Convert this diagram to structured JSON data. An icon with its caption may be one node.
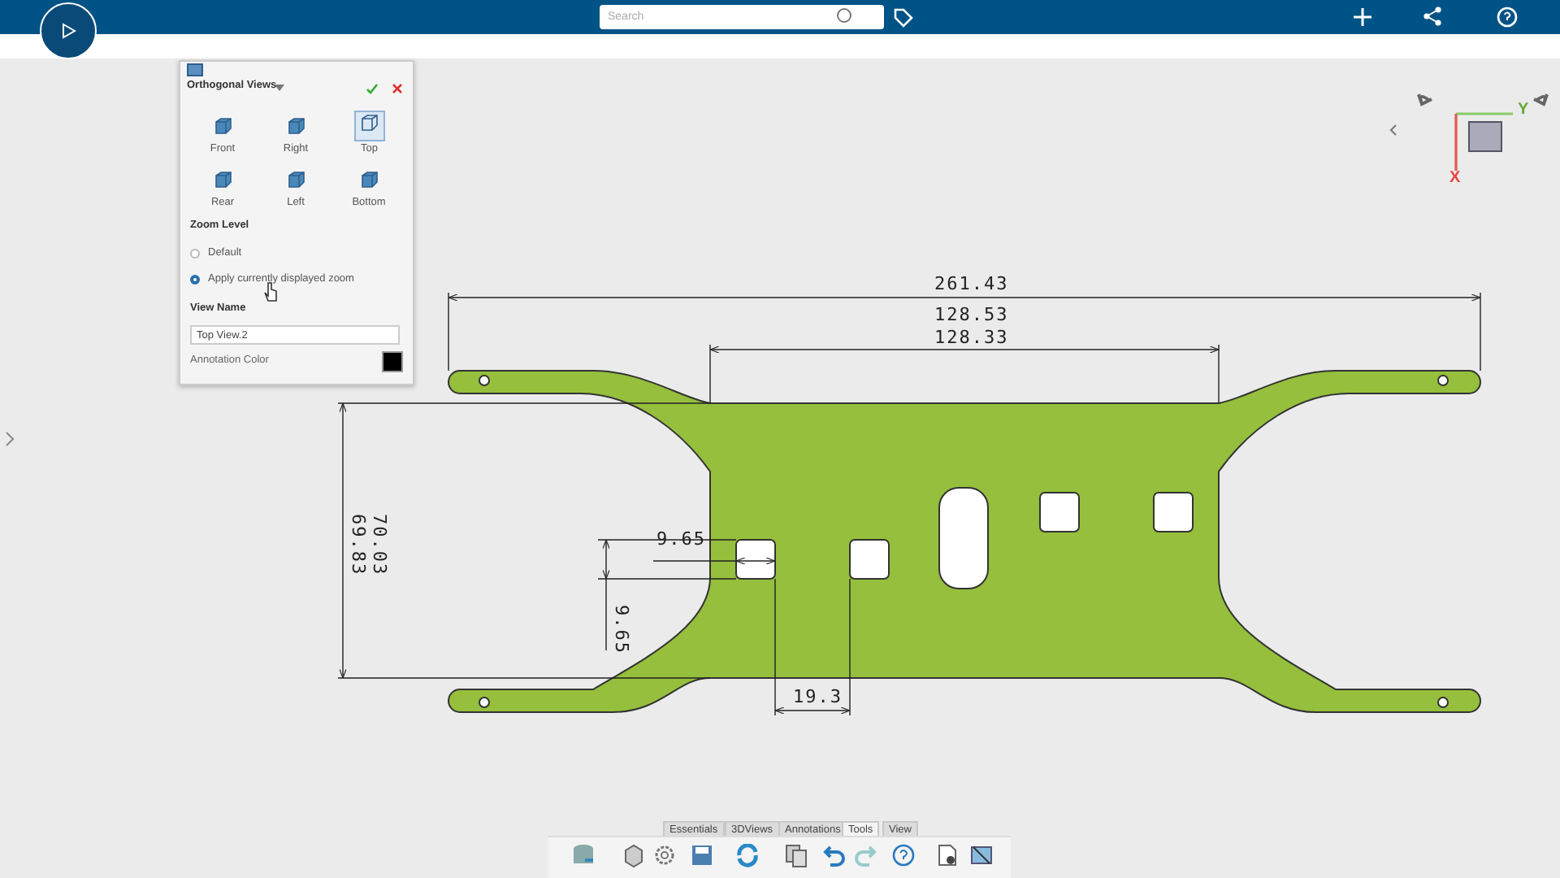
{
  "diagram": {
    "labels": [
      "Search",
      "Orthogonal Views",
      "Front",
      "Right",
      "Top",
      "Rear",
      "Left",
      "Bottom",
      "Zoom Level",
      "Default",
      "Apply currently displayed zoom",
      "View Name",
      "Top View.2",
      "Annotation Color",
      "261.43",
      "128.53",
      "128.33",
      "69.83",
      "70.03",
      "9.65",
      "9.65",
      "19.3",
      "Y",
      "X",
      "Essentials",
      "3DViews",
      "Annotations",
      "Tools",
      "View"
    ]
  }
}
